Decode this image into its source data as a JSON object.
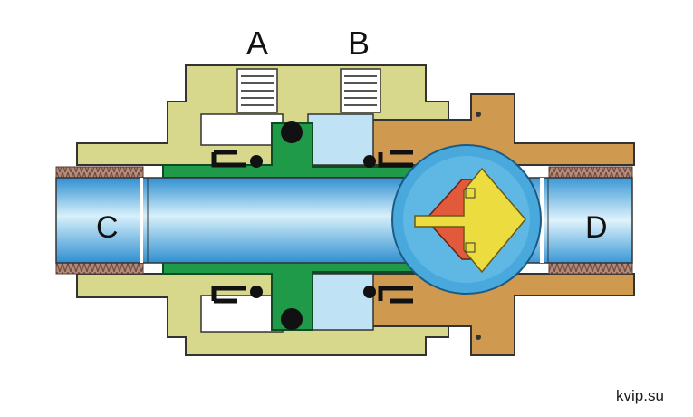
{
  "labels": {
    "port_a": "A",
    "port_b": "B",
    "end_c": "C",
    "end_d": "D"
  },
  "watermark": "kvip.su",
  "colors": {
    "body_olive": "#d8d88c",
    "bronze": "#cf9a4f",
    "green_sleeve": "#1f9a49",
    "chamber_blue": "#bfe3f4",
    "pipe_mid": "#7dc5ec",
    "ball_blue": "#4aa9dc",
    "flap_red": "#e25a3c",
    "flap_yellow": "#ecdc40",
    "thread_brown": "#a77b6b",
    "outline": "#333333"
  }
}
